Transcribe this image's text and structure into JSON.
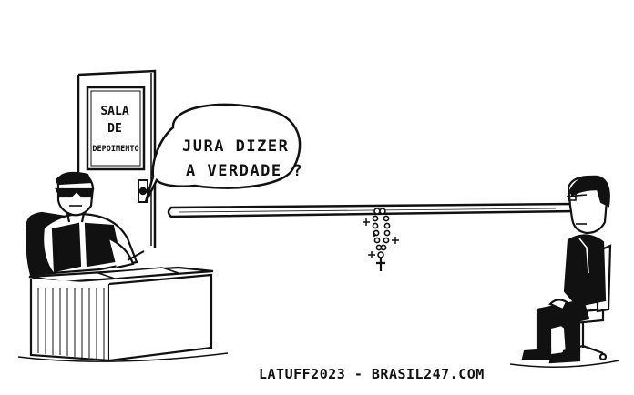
{
  "door_sign": {
    "line1": "SALA",
    "line2": "DE",
    "line3": "DEPOIMENTO"
  },
  "speech_bubble": {
    "line1": "JURA DIZER",
    "line2": "A VERDADE ?"
  },
  "agent_shirt_letters": {
    "left": "P",
    "right": "F"
  },
  "signature": "LATUFF2023 - BRASIL247.COM",
  "colors": {
    "ink": "#111111",
    "paper": "#ffffff"
  }
}
